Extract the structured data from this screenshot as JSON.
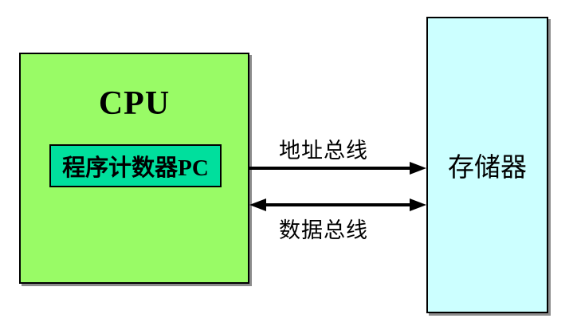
{
  "diagram": {
    "cpu": {
      "label": "CPU",
      "pc_label": "程序计数器PC",
      "fill": "#99FB66",
      "pc_fill": "#00DF9D"
    },
    "memory": {
      "label": "存储器",
      "fill": "#CCFFFF"
    },
    "buses": {
      "address": {
        "label": "地址总线",
        "direction": "right"
      },
      "data": {
        "label": "数据总线",
        "direction": "both"
      }
    },
    "colors": {
      "border": "#000000",
      "arrow": "#000000",
      "shadow": "#8C8C8C",
      "background": "#FFFFFF",
      "text": "#000000"
    }
  }
}
